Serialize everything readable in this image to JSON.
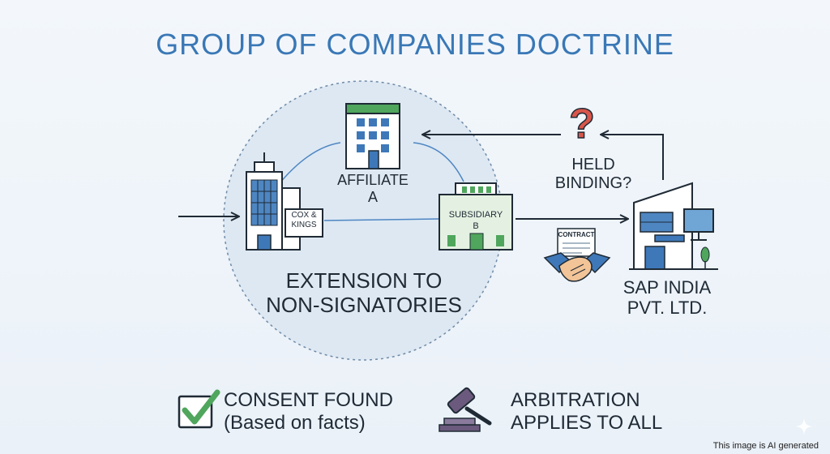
{
  "title": "GROUP OF COMPANIES DOCTRINE",
  "nodes": {
    "affiliate_line1": "AFFILIATE",
    "affiliate_line2": "A",
    "cox_line1": "COX &",
    "cox_line2": "KINGS",
    "subsidiary_line1": "SUBSIDIARY",
    "subsidiary_line2": "B",
    "sap_line1": "SAP INDIA",
    "sap_line2": "PVT. LTD.",
    "contract": "CONTRACT"
  },
  "question": {
    "symbol": "?",
    "line1": "HELD",
    "line2": "BINDING?"
  },
  "circle_caption": {
    "line1": "EXTENSION TO",
    "line2": "NON-SIGNATORIES"
  },
  "bottom": {
    "consent_line1": "CONSENT FOUND",
    "consent_line2": "(Based on facts)",
    "arbitration_line1": "ARBITRATION",
    "arbitration_line2": "APPLIES TO ALL"
  },
  "footer": "This image is AI generated",
  "colors": {
    "title": "#3a78b6",
    "building_blue": "#3e78b9",
    "building_green": "#4fa65c",
    "question_red": "#d9564a",
    "circle_fill": "#dde8f3",
    "check_green": "#4fa65c",
    "gavel_purple": "#6b5a7d"
  }
}
